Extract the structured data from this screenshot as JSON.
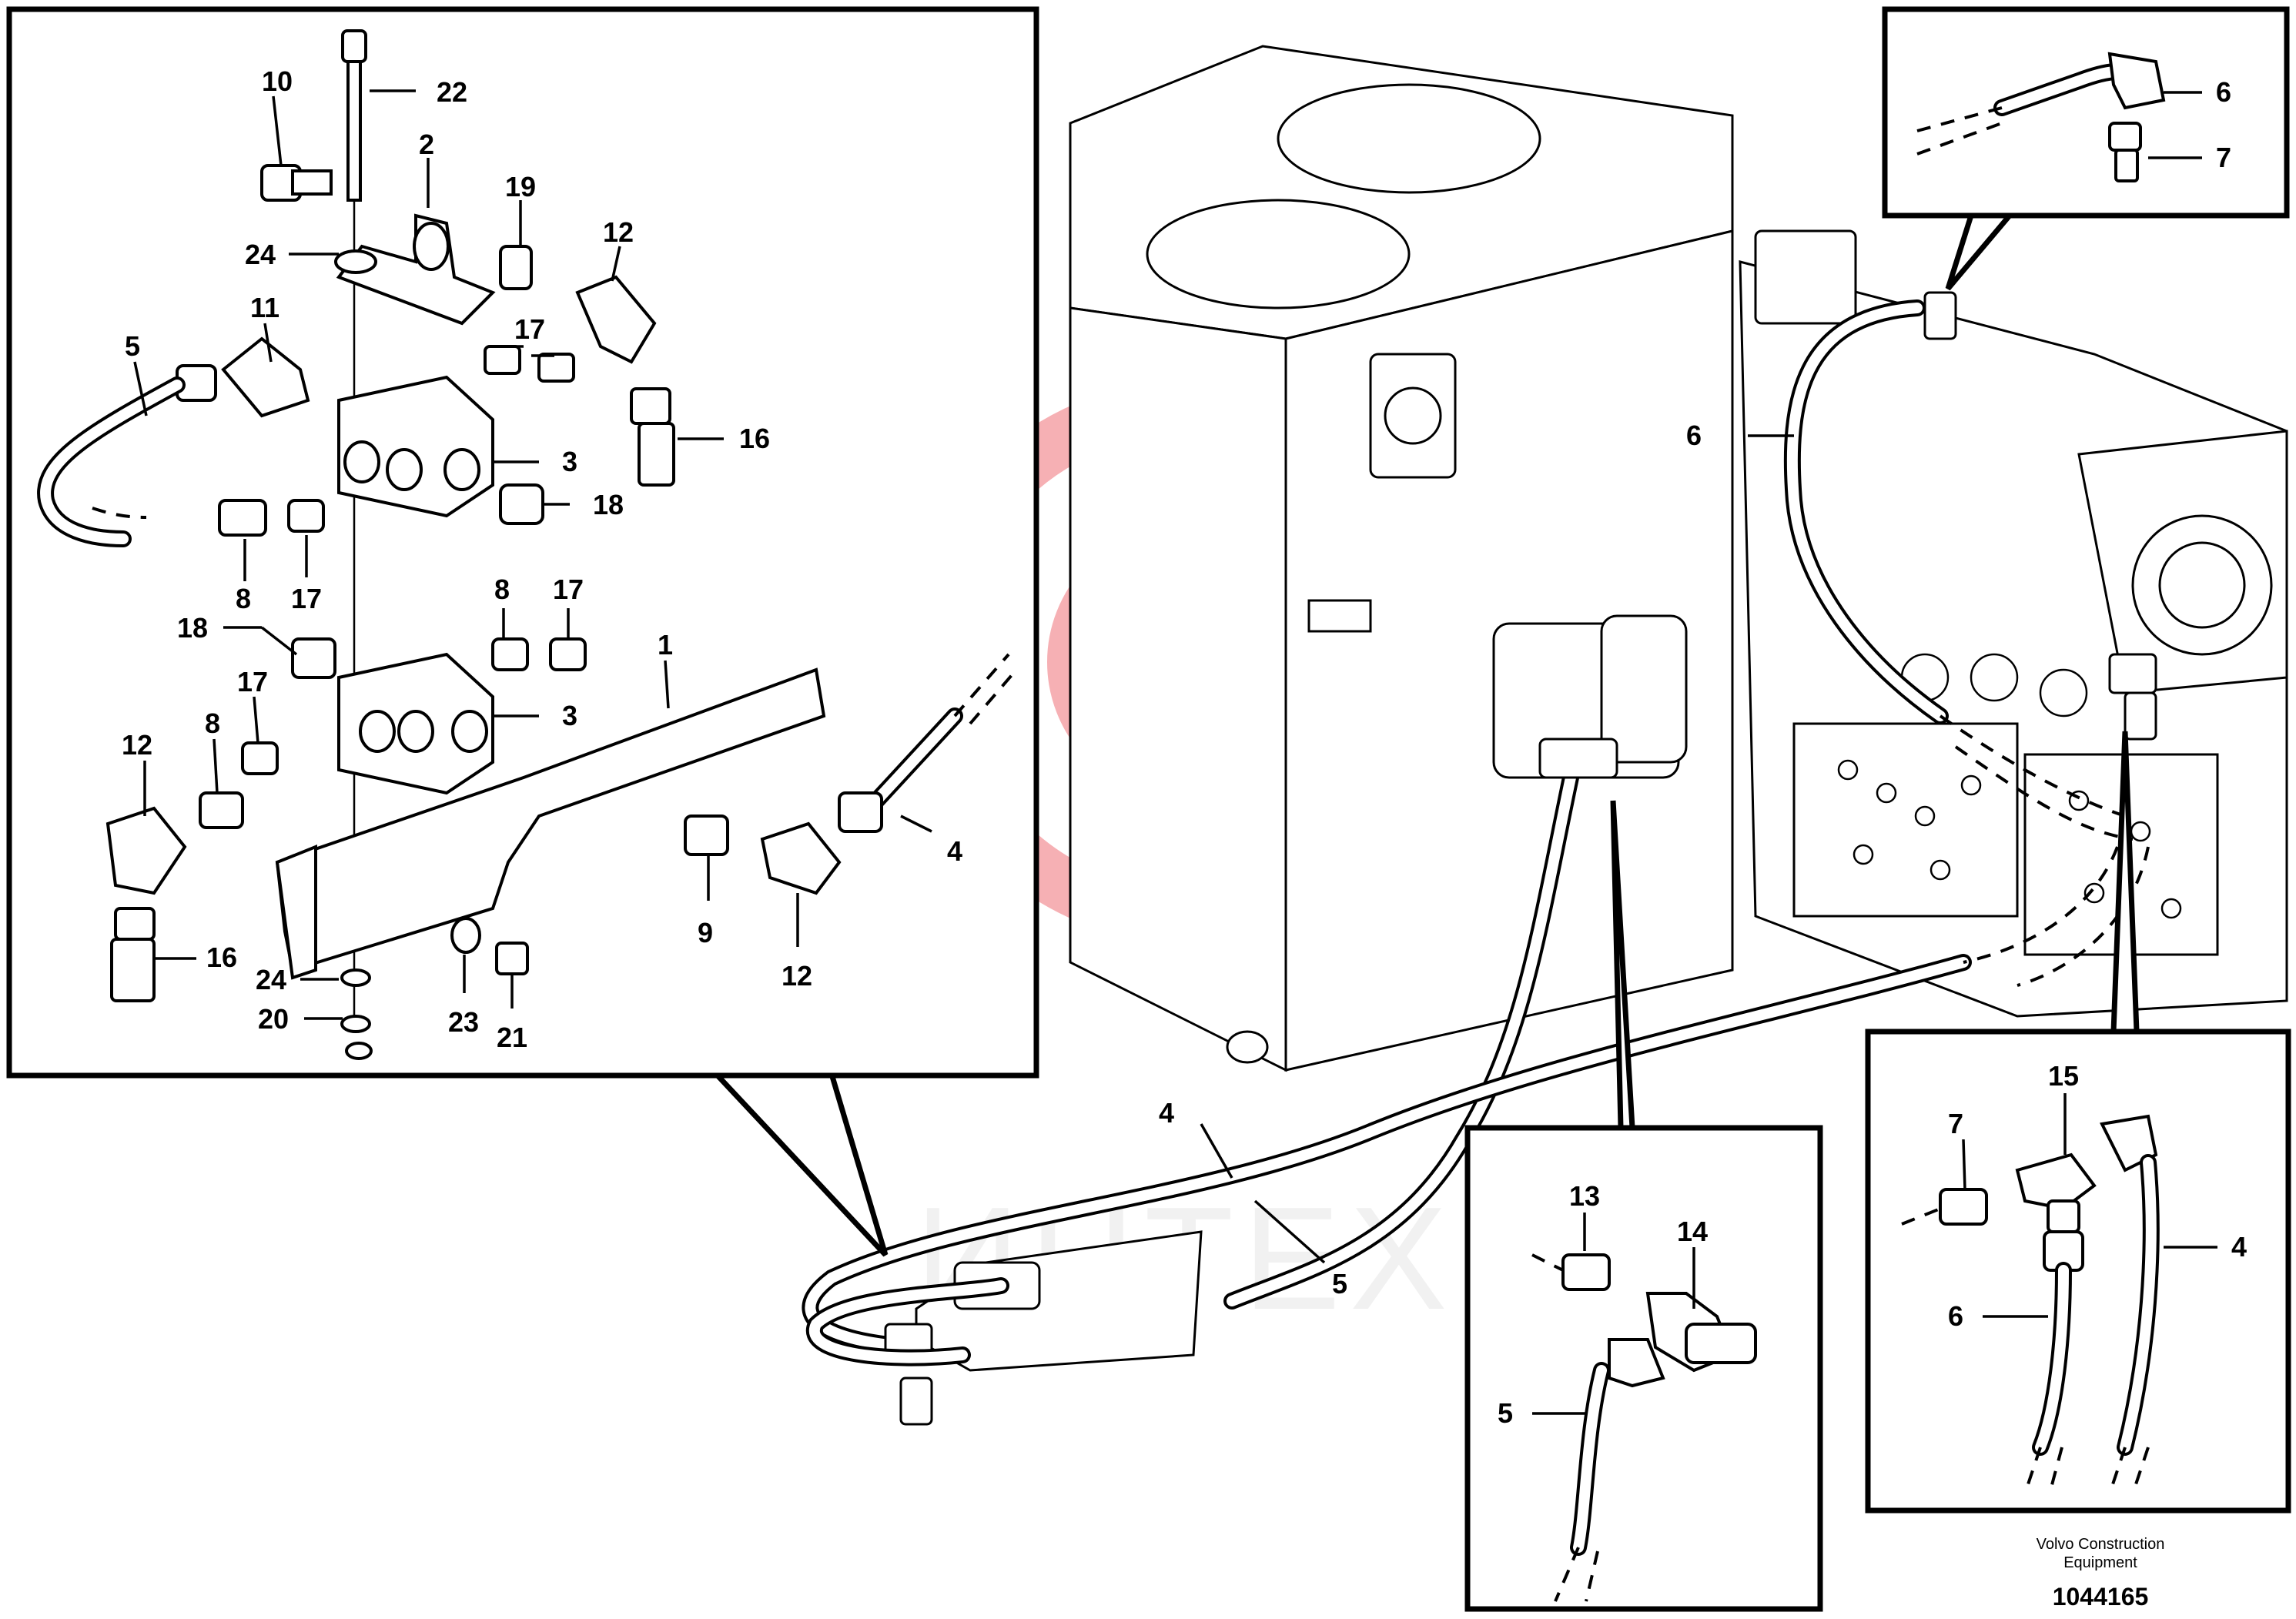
{
  "watermark": {
    "text": "ИНТЕХ",
    "color": "#e8202a"
  },
  "footer": {
    "brand_line1": "Volvo Construction",
    "brand_line2": "Equipment",
    "drawing_number": "1044165"
  },
  "callouts": {
    "inset_main": [
      "10",
      "22",
      "2",
      "19",
      "12",
      "24",
      "11",
      "17",
      "5",
      "3",
      "16",
      "18",
      "8",
      "17",
      "8",
      "17",
      "18",
      "17",
      "3",
      "1",
      "12",
      "8",
      "4",
      "9",
      "16",
      "12",
      "24",
      "23",
      "21",
      "20"
    ],
    "inset_top_right": [
      "6",
      "7"
    ],
    "main_view": [
      "6",
      "4",
      "5"
    ],
    "inset_bottom_center": [
      "13",
      "14",
      "5"
    ],
    "inset_bottom_right": [
      "7",
      "15",
      "4",
      "6"
    ]
  }
}
